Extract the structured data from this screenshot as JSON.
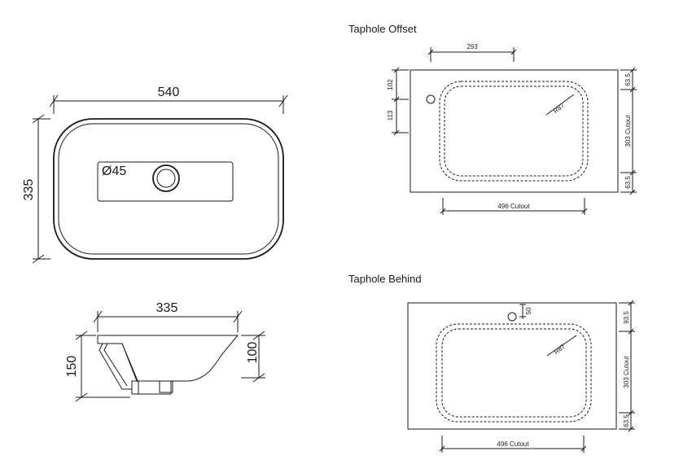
{
  "top_view": {
    "width_label": "540",
    "height_label": "335",
    "taphole_label": "Ø45"
  },
  "side_view": {
    "depth_label": "335",
    "height_label": "150",
    "bowl_height_label": "100"
  },
  "taphole_offset": {
    "title": "Taphole Offset",
    "offset_label": "293",
    "top_label": "102",
    "tap_label": "113",
    "radius_label": "R87",
    "cutout_height_label": "303 Cutout",
    "margin_top_label": "63.5",
    "margin_bottom_label": "63.5",
    "cutout_width_label": "496 Cutout"
  },
  "taphole_behind": {
    "title": "Taphole Behind",
    "tap_label": "50",
    "radius_label": "R87",
    "margin_top_label": "93.5",
    "cutout_height_label": "303 Cutout",
    "margin_bottom_label": "63.5",
    "cutout_width_label": "496 Cutout"
  }
}
